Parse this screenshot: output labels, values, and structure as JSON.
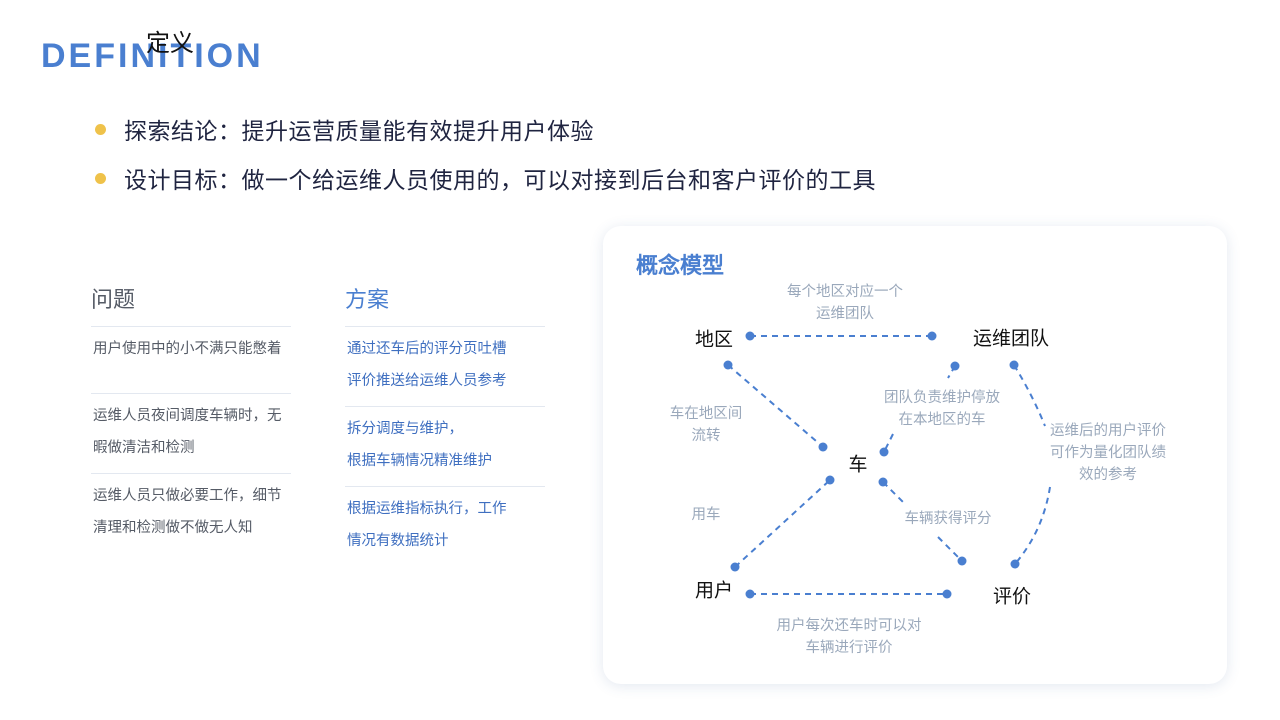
{
  "header": {
    "title_en": "DEFINITION",
    "title_cn": "定义"
  },
  "bullets": [
    "探索结论：提升运营质量能有效提升用户体验",
    "设计目标：做一个给运维人员使用的，可以对接到后台和客户评价的工具"
  ],
  "problem": {
    "title": "问题",
    "items": [
      "用户使用中的小不满只能憋着",
      "运维人员夜间调度车辆时，无\n暇做清洁和检测",
      "运维人员只做必要工作，细节\n清理和检测做不做无人知"
    ]
  },
  "solution": {
    "title": "方案",
    "items": [
      "通过还车后的评分页吐槽\n评价推送给运维人员参考",
      "拆分调度与维护，\n根据车辆情况精准维护",
      "根据运维指标执行，工作\n情况有数据统计"
    ]
  },
  "concept_model": {
    "title": "概念模型",
    "nodes": {
      "region": "地区",
      "team": "运维团队",
      "car": "车",
      "user": "用户",
      "review": "评价"
    },
    "edges": {
      "region_team": "每个地区对应一个\n运维团队",
      "region_car": "车在地区间\n流转",
      "team_car": "团队负责维护停放\n在本地区的车",
      "team_review": "运维后的用户评价\n可作为量化团队绩\n效的参考",
      "user_car": "用车",
      "car_review": "车辆获得评分",
      "user_review": "用户每次还车时可以对\n车辆进行评价"
    }
  },
  "colors": {
    "accent": "#4a7fd0",
    "bullet": "#efc24a",
    "edge": "#4a7fd0",
    "edge_label": "#9aa8bb"
  }
}
